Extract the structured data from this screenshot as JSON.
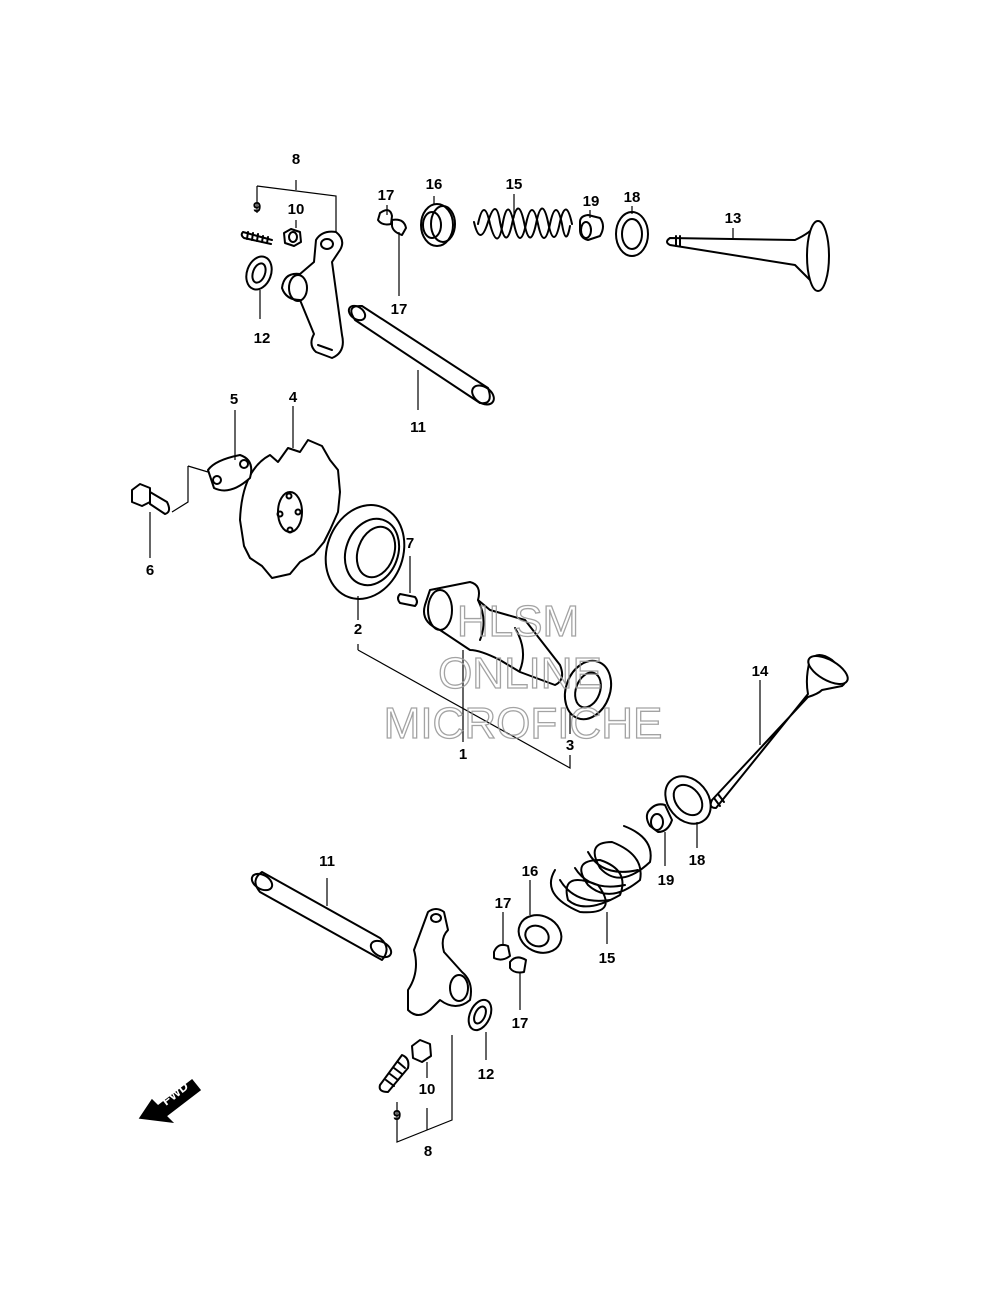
{
  "watermark": {
    "line1": "HLSM",
    "line2": "ONLINE",
    "line3": "MICROFICHE"
  },
  "direction_marker": {
    "label": "FWD",
    "icon": "forward-arrow-icon"
  },
  "callouts": {
    "c8_top": "8",
    "c9_top": "9",
    "c10_top": "10",
    "c12_top": "12",
    "c11_top": "11",
    "c17a_top": "17",
    "c17b_top": "17",
    "c16_top": "16",
    "c15_top": "15",
    "c19_top": "19",
    "c18_top": "18",
    "c13": "13",
    "c5": "5",
    "c4": "4",
    "c6": "6",
    "c7": "7",
    "c2": "2",
    "c1": "1",
    "c3": "3",
    "c14": "14",
    "c18_bot": "18",
    "c19_bot": "19",
    "c11_bot": "11",
    "c16_bot": "16",
    "c17a_bot": "17",
    "c17b_bot": "17",
    "c15_bot": "15",
    "c12_bot": "12",
    "c10_bot": "10",
    "c9_bot": "9",
    "c8_bot": "8"
  }
}
